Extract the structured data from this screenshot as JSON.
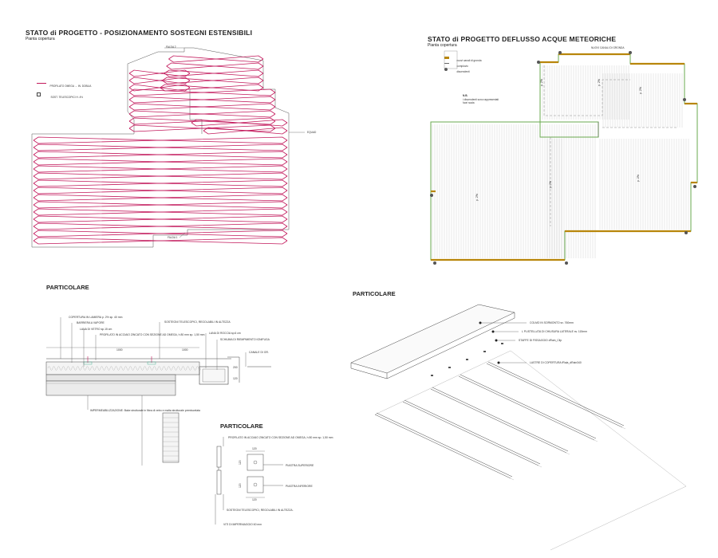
{
  "colors": {
    "magenta": "#c2185b",
    "green": "#6aa84f",
    "gold": "#b8860b",
    "line": "#444444",
    "hatch": "#bdbdbd"
  },
  "plan_left": {
    "title": "STATO di PROGETTO - POSIZIONAMENTO SOSTEGNI ESTENSIBILI",
    "subtitle": "Pianta copertura",
    "legend_profile": "PROFILATO OMEGA → IN. DOBLIA",
    "legend_support": "SOST. TELESCOPICI H. 4½",
    "label_falda2": "FALDA 2",
    "label_falda1": "FALDA 1",
    "label_right": "EQUAD"
  },
  "plan_right": {
    "title": "STATO di PROGETTO DEFLUSSO ACQUE METEORICHE",
    "subtitle": "Pianta copertura",
    "legend": [
      {
        "icon": "gold-bar-icon",
        "label": "nuovi canali di gronda"
      },
      {
        "icon": "line-icon",
        "label": "compluvio"
      },
      {
        "icon": "downpipe-icon",
        "label": "discendenti"
      }
    ],
    "note_title": "N.B.",
    "note_text": "i discendenti sono rappresentati fuori scala",
    "top_label": "NUOVI CANALI DI GRONDA",
    "slope_labels": [
      "p. 2%",
      "p. 2%",
      "p. 2%",
      "p. 2%",
      "p. 2%",
      "p. 2%"
    ]
  },
  "detail_section": {
    "title": "PARTICOLARE",
    "labels": {
      "cover": "COPERTURA IN LAMIERA p. 2% sp. 40 mm",
      "barrier": "BARRIERA A VAPORE",
      "glass_wool": "LANA DI VETRO sp.15 cm",
      "profile": "PROFILATO IN ACCIAIO ZINCATO CON SEZIONE AD OMEGA, h 80 mm sp. 1,50 mm",
      "supports": "SOSTEGNI TELESCOPICI, REGOLABILI IN ALTEZZA",
      "rock_wool": "LANA DI ROCCIA sp.6 cm",
      "foam": "SCHIUMA DI RIEMPIMENTO IGNIFUGA",
      "gutter": "CANALE DI GR.",
      "waterproof": "IMPERMEABILIZZAZIONE: Bake strutturale in fibra di vetro e malta strutturale premiscelata",
      "dim1": "1000",
      "dim2": "1000",
      "dim3": "200",
      "dim4": "120"
    }
  },
  "detail_plate": {
    "title": "PARTICOLARE",
    "labels": {
      "profile": "PROFILATO IN ACCIAIO ZINCATO CON SEZIONE AD OMEGA, h 80 mm sp. 1,50 mm",
      "upper": "PIASTRA SUPERIORE",
      "lower": "PIASTRA INFERIORE",
      "supports": "SOSTEGNI TELESCOPICI, REGOLABILI IN ALTEZZA.",
      "screws": "VITI DI IMPERNIAGGIO 60 mm",
      "dim_top": "120",
      "dim_bottom": "120",
      "dim_side1": "120",
      "dim_side2": "120"
    }
  },
  "detail_iso": {
    "title": "PARTICOLARE",
    "labels": {
      "ridge": "COLMO IN SORMONTO sv. 760mm",
      "lateral": "L PLISTELLATA DI CHIUSURA LATERALE sv. 115mm",
      "bracket": "STAFFE DI FISSAGGIO dRain_Clip",
      "sheets": "LASTRE DI COPERTURA fRala_dRain340"
    }
  }
}
